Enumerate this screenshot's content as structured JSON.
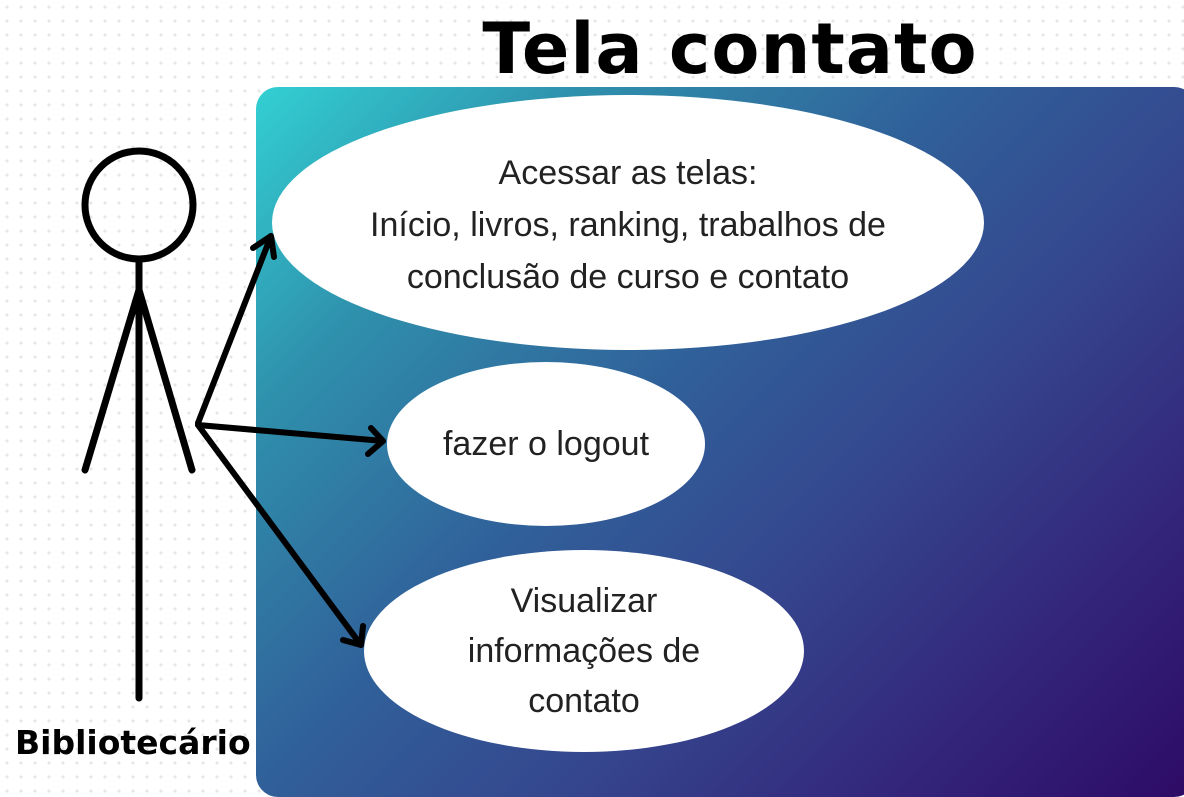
{
  "diagram": {
    "title": "Tela contato",
    "actor": {
      "label": "Bibliotecário"
    },
    "use_cases": [
      {
        "id": "acessar-telas",
        "lines": [
          "Acessar as telas:",
          "Início, livros, ranking, trabalhos de",
          "conclusão de curso e contato"
        ]
      },
      {
        "id": "logout",
        "lines": [
          "fazer o logout"
        ]
      },
      {
        "id": "visualizar-contato",
        "lines": [
          "Visualizar",
          "informações de",
          "contato"
        ]
      }
    ],
    "colors": {
      "system_gradient_start": "#32d0d3",
      "system_gradient_end": "#2d0a65",
      "use_case_fill": "#ffffff",
      "stroke": "#000000"
    }
  }
}
